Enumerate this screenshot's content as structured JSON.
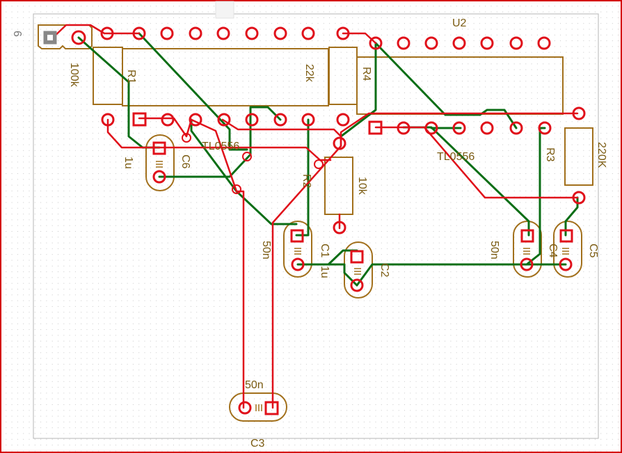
{
  "labels": {
    "j_ref": "6",
    "u2": "U2",
    "u1": "TL0556",
    "u1b": "TL0556",
    "r1_val": "100k",
    "r1": "R1",
    "r4_val": "22k",
    "r4": "R4",
    "c6_val": "1u",
    "c6": "C6",
    "r2": "R2",
    "r2_val": "10k",
    "r3": "R3",
    "r3_val": "220K",
    "c1_val": "50n",
    "c1": "C1",
    "c2_val": "1u",
    "c2": "C2",
    "c4_val": "50n",
    "c4": "C4",
    "c5": "C5",
    "c3_val": "50n",
    "c3": "C3"
  },
  "colors": {
    "board_border": "#d40000",
    "pad": "#e0101a",
    "top_trace": "#e0101a",
    "bottom_trace": "#0b6e16",
    "silkscreen": "#a2701c",
    "grid_dot": "#c8c8c8",
    "outline": "#b4b4b4"
  }
}
